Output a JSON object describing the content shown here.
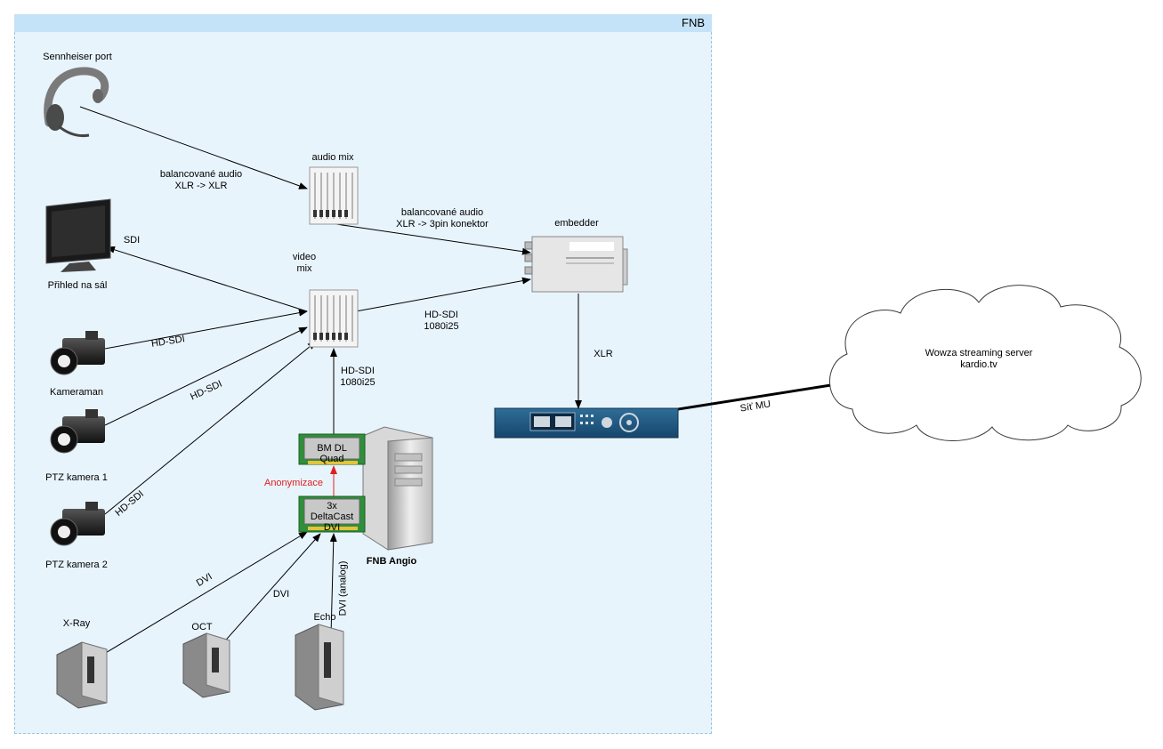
{
  "region": {
    "title": "FNB"
  },
  "nodes": {
    "headset": "Sennheiser port",
    "audio_mix": "audio mix",
    "video_mix": "video\nmix",
    "embedder": "embedder",
    "monitor": "Přihled na sál",
    "cam1": "Kameraman",
    "cam2": "PTZ kamera 1",
    "cam3": "PTZ kamera 2",
    "card_bm": "BM DL Quad",
    "card_dc": "3x DeltaCast\nDVI",
    "server": "FNB Angio",
    "xray": "X-Ray",
    "oct": "OCT",
    "echo": "Echo",
    "cloud": "Wowza streaming server\nkardio.tv"
  },
  "edges": {
    "headset_audio": "balancované audio\nXLR -> XLR",
    "audio_embedder": "balancované audio\nXLR -> 3pin konektor",
    "video_monitor": "SDI",
    "video_embedder": "HD-SDI\n1080i25",
    "cam1": "HD-SDI",
    "cam2": "HD-SDI",
    "cam3": "HD-SDI",
    "server_video": "HD-SDI\n1080i25",
    "anonym": "Anonymizace",
    "xray": "DVI",
    "oct": "DVI",
    "echo": "DVI (analog)",
    "embedder_box": "XLR",
    "box_cloud": "Síť MU"
  },
  "colors": {
    "region_bg": "#e8f4fc",
    "region_border": "#9bc5e4",
    "anonym": "#e02020"
  }
}
